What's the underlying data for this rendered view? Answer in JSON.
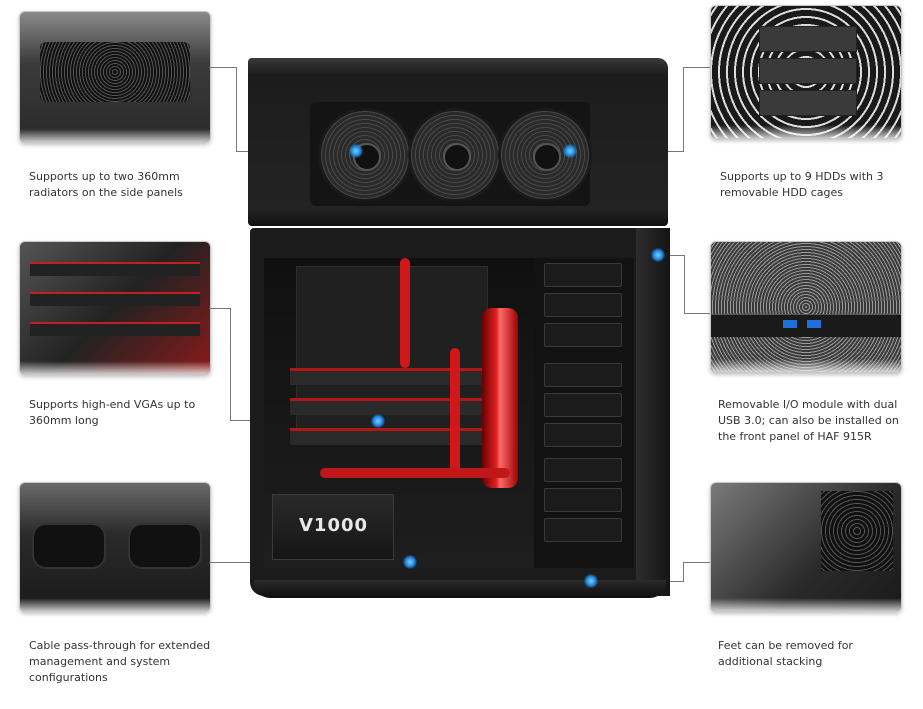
{
  "features": [
    {
      "id": "radiators",
      "caption": "Supports up to two 360mm radiators on the side panels"
    },
    {
      "id": "hdd",
      "caption": "Supports up to 9 HDDs with 3 removable HDD cages"
    },
    {
      "id": "vga",
      "caption": "Supports high-end VGAs up to 360mm long"
    },
    {
      "id": "io",
      "caption": "Removable I/O module with dual USB 3.0; can also be installed on the front panel of HAF 915R"
    },
    {
      "id": "cable",
      "caption": "Cable pass-through for extended management and system configurations"
    },
    {
      "id": "feet",
      "caption": "Feet can be removed for additional stacking"
    }
  ],
  "psu_label": "V1000",
  "colors": {
    "accent": "#1e88e5",
    "case": "#1c1c1c",
    "coolant": "#d01818"
  }
}
